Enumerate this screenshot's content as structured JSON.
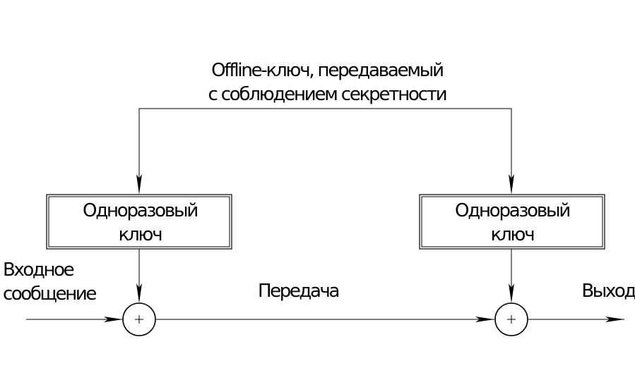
{
  "offline_key": {
    "line1": "Offline-ключ, передаваемый",
    "line2": "с соблюдением секретности"
  },
  "left_block": {
    "line1": "Одноразовый",
    "line2": "ключ"
  },
  "right_block": {
    "line1": "Одноразовый",
    "line2": "ключ"
  },
  "input": {
    "line1": "Входное",
    "line2": "сообщение"
  },
  "transmission": {
    "label": "Передача"
  },
  "output": {
    "label": "Выход"
  },
  "xor_symbol": "+"
}
